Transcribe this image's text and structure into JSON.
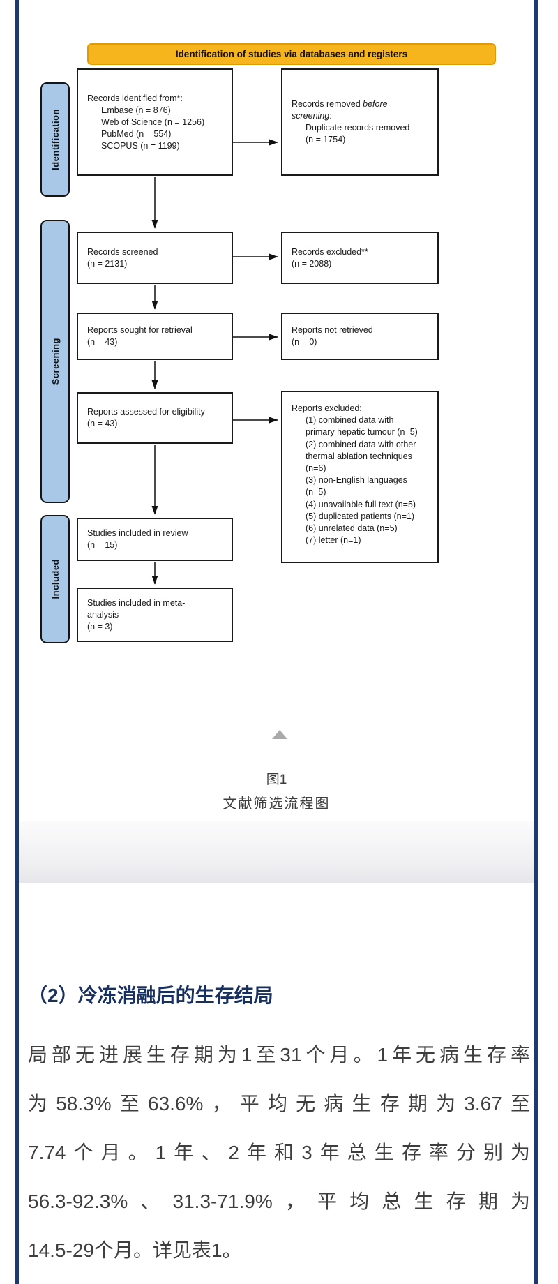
{
  "flowchart": {
    "header": {
      "label": "Identification of studies via databases and registers"
    },
    "stages": {
      "identification": "Identification",
      "screening": "Screening",
      "included": "Included"
    },
    "boxes": {
      "identified": {
        "title": "Records identified from*:",
        "items": [
          "Embase (n = 876)",
          "Web of Science (n = 1256)",
          "PubMed (n = 554)",
          "SCOPUS (n = 1199)"
        ]
      },
      "removed": {
        "l1a": "Records removed ",
        "l1b": "before",
        "l2a": "screening",
        "l2b": ":",
        "detail": "Duplicate records removed",
        "count": "(n = 1754)"
      },
      "screened": {
        "line1": "Records screened",
        "line2": "(n = 2131)"
      },
      "excluded": {
        "line1": "Records excluded**",
        "line2": "(n = 2088)"
      },
      "sought": {
        "line1": "Reports sought for retrieval",
        "line2": "(n = 43)"
      },
      "not_retrieved": {
        "line1": "Reports not retrieved",
        "line2": "(n = 0)"
      },
      "assessed": {
        "line1": "Reports assessed for eligibility",
        "line2": "(n = 43)"
      },
      "reasons": {
        "title": "Reports excluded:",
        "lines": [
          "(1) combined data with",
          "primary hepatic tumour (n=5)",
          "(2) combined data with other",
          "thermal ablation techniques",
          "(n=6)",
          "(3) non-English languages",
          "(n=5)",
          "(4) unavailable full text (n=5)",
          "(5) duplicated patients (n=1)",
          "(6) unrelated data (n=5)",
          "(7) letter (n=1)"
        ]
      },
      "review": {
        "line1": "Studies included in review",
        "line2": "(n = 15)"
      },
      "meta": {
        "line1": "Studies included in meta-",
        "line2": "analysis",
        "line3": "(n = 3)"
      }
    }
  },
  "caption": {
    "figure_label": "图1",
    "figure_title": "文献筛选流程图"
  },
  "article": {
    "heading": "（2）冷冻消融后的生存结局",
    "lines": [
      "局部无进展生存期为1至31个月。1年无病生存率",
      "为58.3%至63.6%，平均无病生存期为3.67至",
      "7.74个月。1年、2年和3年总生存率分别为",
      "56.3-92.3%、31.3-71.9%，平均总生存期为",
      "14.5-29个月。详见表1。"
    ]
  },
  "colors": {
    "accent_navy": "#1e3a6d",
    "header_yellow": "#f6b41d",
    "stage_blue": "#a9c8e8"
  }
}
